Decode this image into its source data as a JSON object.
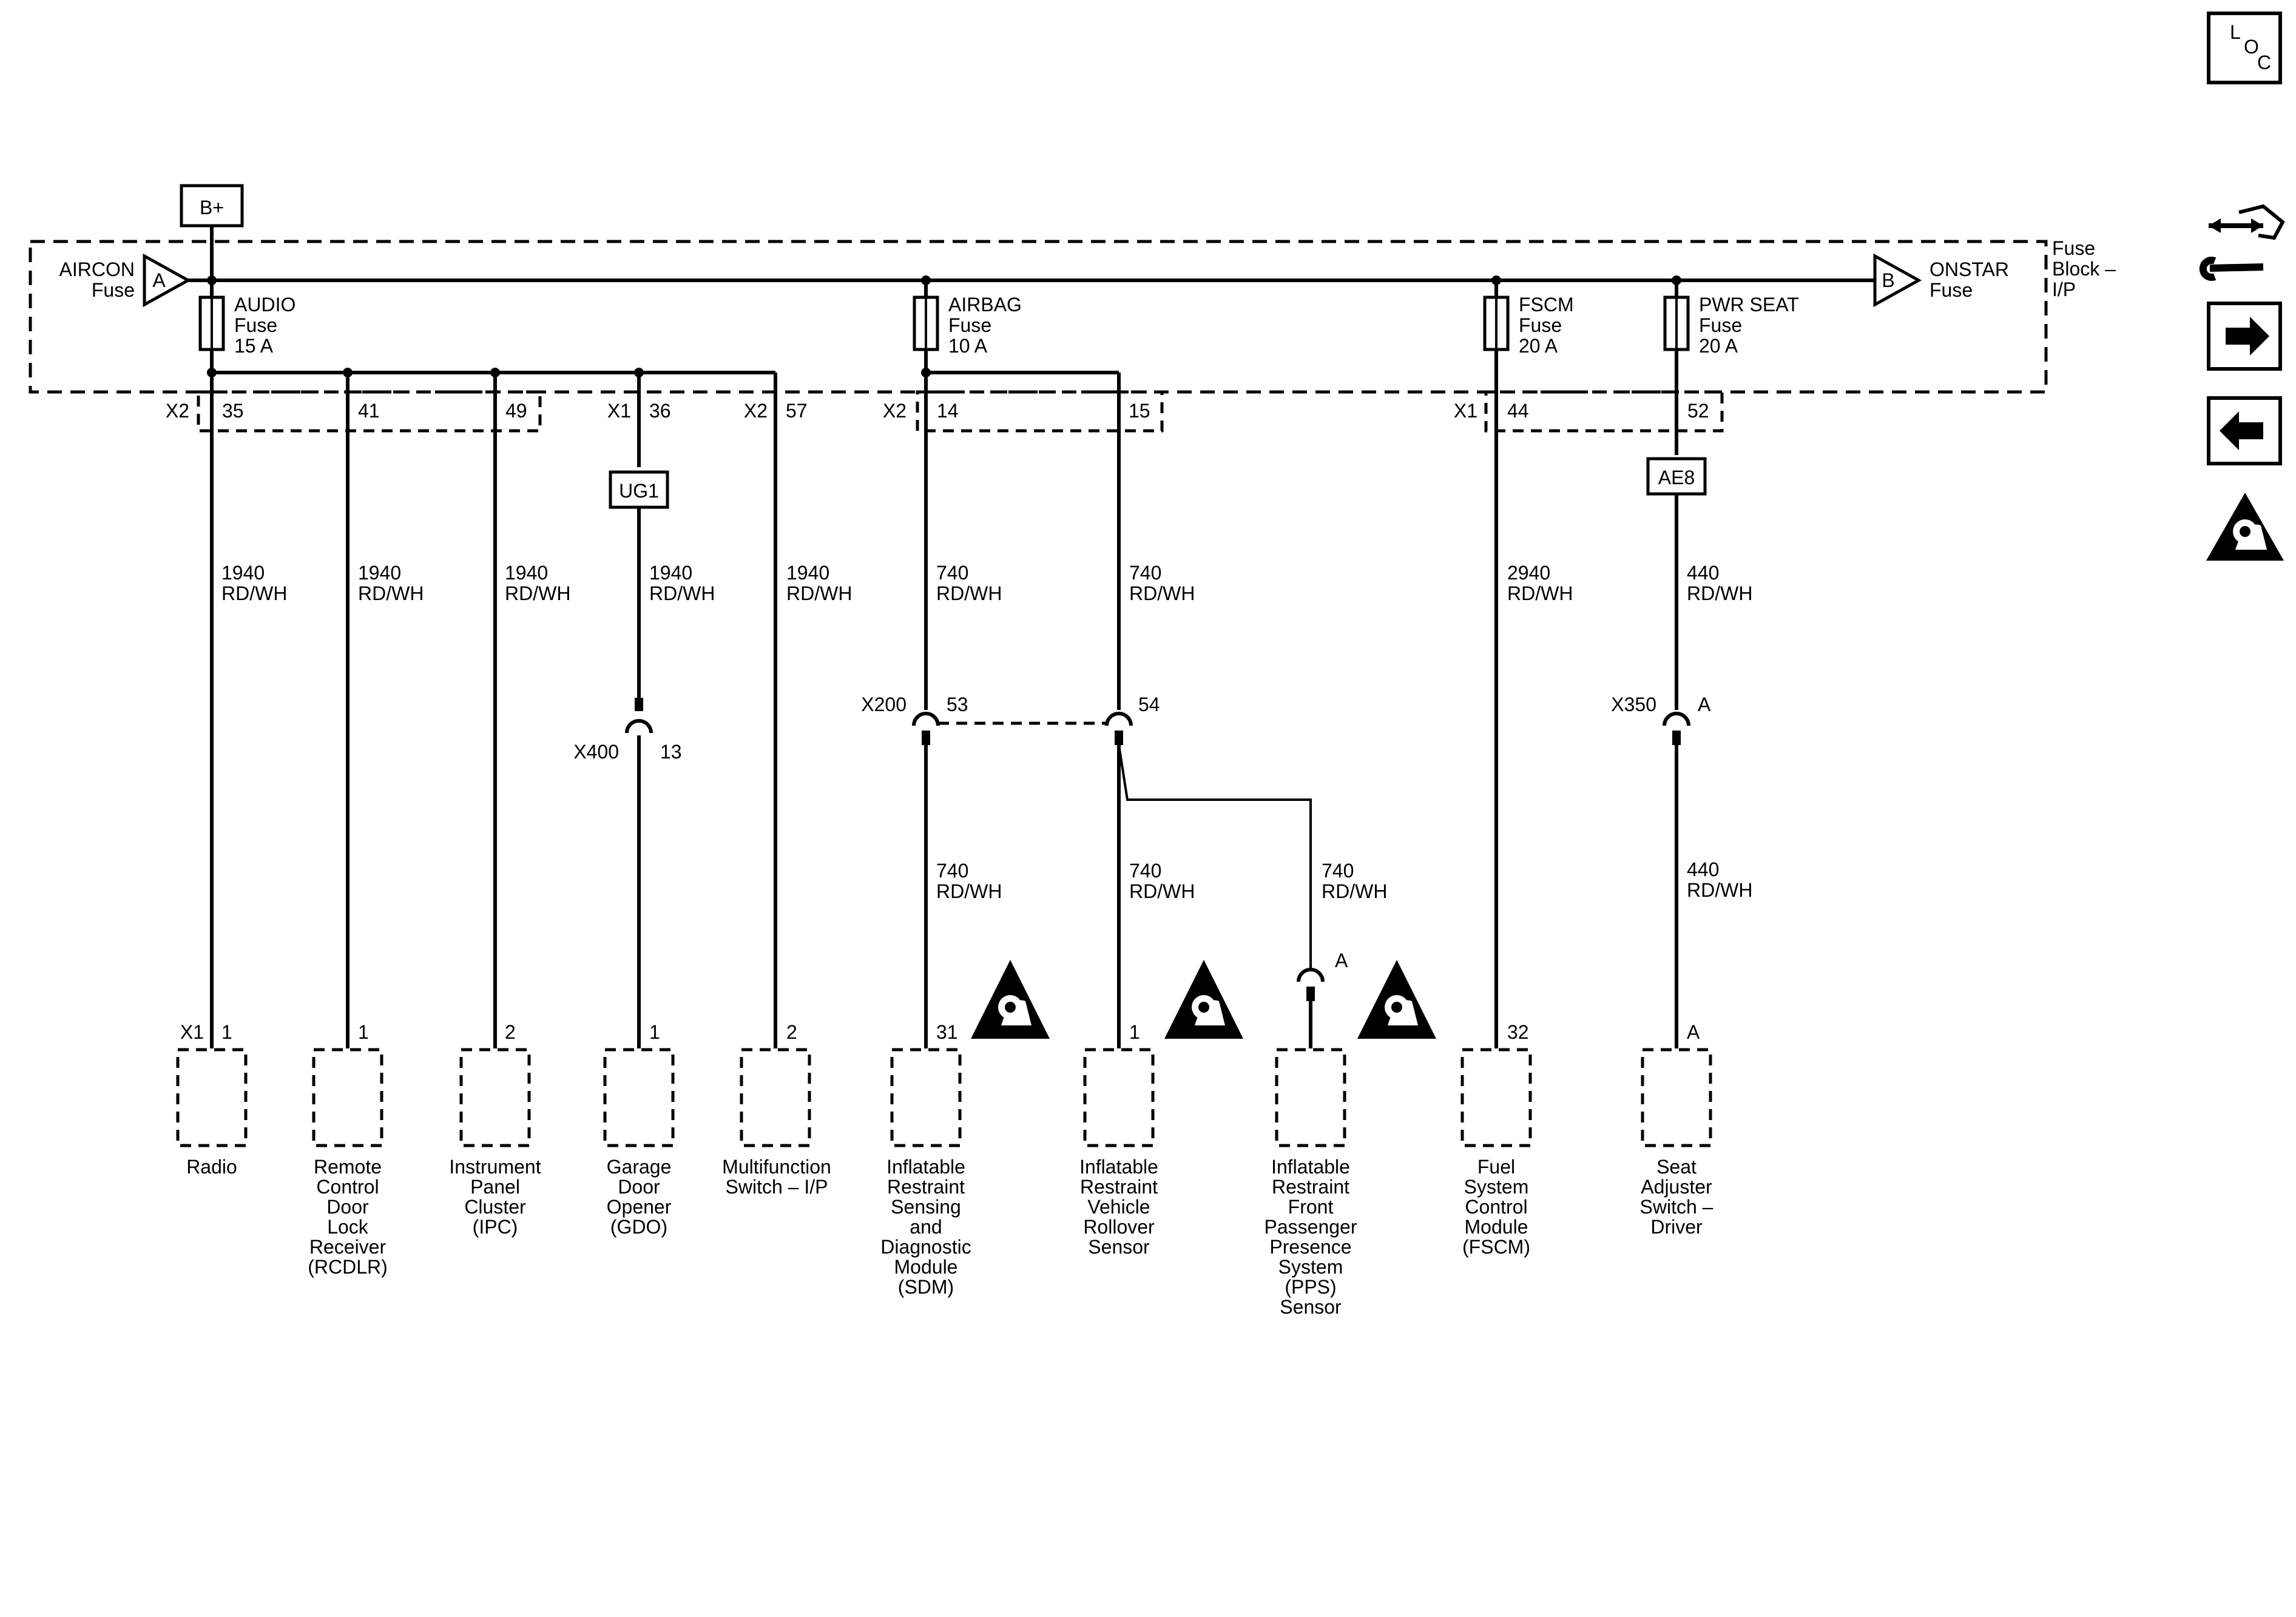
{
  "supply": {
    "label": "B+"
  },
  "fuse_block": {
    "label_lines": [
      "Fuse",
      "Block –",
      "I/P"
    ]
  },
  "offpage": {
    "left": {
      "letter": "A",
      "lines": [
        "AIRCON",
        "Fuse"
      ]
    },
    "right": {
      "letter": "B",
      "lines": [
        "ONSTAR",
        "Fuse"
      ]
    }
  },
  "fuses": [
    {
      "lines": [
        "AUDIO",
        "Fuse",
        "15 A"
      ]
    },
    {
      "lines": [
        "AIRBAG",
        "Fuse",
        "10 A"
      ]
    },
    {
      "lines": [
        "FSCM",
        "Fuse",
        "20 A"
      ]
    },
    {
      "lines": [
        "PWR SEAT",
        "Fuse",
        "20 A"
      ]
    }
  ],
  "connectors": {
    "x2_a": "X2",
    "x1_a": "X1",
    "x2_b": "X2",
    "x2_c": "X2",
    "x1_b": "X1",
    "pins": [
      "35",
      "41",
      "49",
      "36",
      "57",
      "14",
      "15",
      "44",
      "52"
    ]
  },
  "splices": {
    "ug1": "UG1",
    "ae8": "AE8"
  },
  "inline_connectors": [
    {
      "name": "X400",
      "pin": "13"
    },
    {
      "name": "X200",
      "pin_left": "53",
      "pin_right": "54"
    },
    {
      "name": "X350",
      "pin": "A"
    }
  ],
  "wires": [
    {
      "circuit": "1940",
      "color": "RD/WH"
    },
    {
      "circuit": "1940",
      "color": "RD/WH"
    },
    {
      "circuit": "1940",
      "color": "RD/WH"
    },
    {
      "circuit": "1940",
      "color": "RD/WH"
    },
    {
      "circuit": "1940",
      "color": "RD/WH"
    },
    {
      "circuit": "740",
      "color": "RD/WH"
    },
    {
      "circuit": "740",
      "color": "RD/WH"
    },
    {
      "circuit": "2940",
      "color": "RD/WH"
    },
    {
      "circuit": "440",
      "color": "RD/WH"
    },
    {
      "circuit": "740",
      "color": "RD/WH"
    },
    {
      "circuit": "740",
      "color": "RD/WH"
    },
    {
      "circuit": "740",
      "color": "RD/WH"
    },
    {
      "circuit": "440",
      "color": "RD/WH"
    }
  ],
  "components": [
    {
      "connector": "X1",
      "pin": "1",
      "lines": [
        "Radio"
      ]
    },
    {
      "connector": "",
      "pin": "1",
      "lines": [
        "Remote",
        "Control",
        "Door",
        "Lock",
        "Receiver",
        "(RCDLR)"
      ]
    },
    {
      "connector": "",
      "pin": "2",
      "lines": [
        "Instrument",
        "Panel",
        "Cluster",
        "(IPC)"
      ]
    },
    {
      "connector": "",
      "pin": "1",
      "lines": [
        "Garage",
        "Door",
        "Opener",
        "(GDO)"
      ]
    },
    {
      "connector": "",
      "pin": "2",
      "lines": [
        "Multifunction",
        "Switch – I/P"
      ]
    },
    {
      "connector": "",
      "pin": "31",
      "lines": [
        "Inflatable",
        "Restraint",
        "Sensing",
        "and",
        "Diagnostic",
        "Module",
        "(SDM)"
      ]
    },
    {
      "connector": "",
      "pin": "1",
      "lines": [
        "Inflatable",
        "Restraint",
        "Vehicle",
        "Rollover",
        "Sensor"
      ]
    },
    {
      "connector": "",
      "pin": "A",
      "lines": [
        "Inflatable",
        "Restraint",
        "Front",
        "Passenger",
        "Presence",
        "System",
        "(PPS)",
        "Sensor"
      ]
    },
    {
      "connector": "",
      "pin": "32",
      "lines": [
        "Fuel",
        "System",
        "Control",
        "Module",
        "(FSCM)"
      ]
    },
    {
      "connector": "",
      "pin": "A",
      "lines": [
        "Seat",
        "Adjuster",
        "Switch –",
        "Driver"
      ]
    }
  ],
  "sidebar": {
    "loc": {
      "l": "L",
      "o": "O",
      "c": "C"
    },
    "icons": [
      "connector-repair-icon",
      "next-page-arrow-icon",
      "previous-page-arrow-icon",
      "airbag-warning-icon"
    ]
  }
}
